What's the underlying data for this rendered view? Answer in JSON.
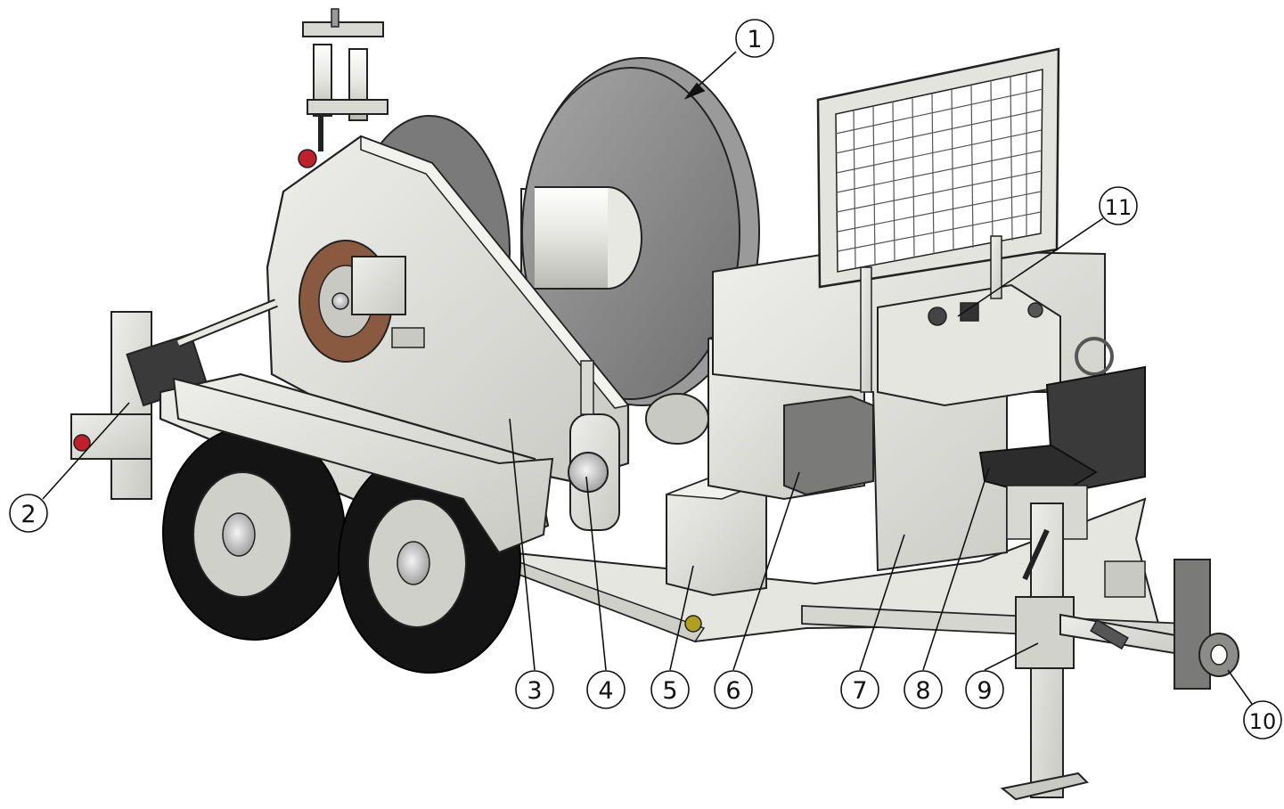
{
  "colors": {
    "metal": "#dcdcd7",
    "metal_dark": "#b9b9b4",
    "drum": "#8c8c8c",
    "drum_dark": "#6e6e6e",
    "tire": "#141414",
    "brake_disc": "#8a5a40",
    "line": "#222222",
    "screen": "#cfcfcf",
    "seat": "#3a3a3a",
    "accent_red": "#c0202a"
  },
  "callouts": [
    {
      "id": "1",
      "label": "1"
    },
    {
      "id": "2",
      "label": "2"
    },
    {
      "id": "3",
      "label": "3"
    },
    {
      "id": "4",
      "label": "4"
    },
    {
      "id": "5",
      "label": "5"
    },
    {
      "id": "6",
      "label": "6"
    },
    {
      "id": "7",
      "label": "7"
    },
    {
      "id": "8",
      "label": "8"
    },
    {
      "id": "9",
      "label": "9"
    },
    {
      "id": "10",
      "label": "10"
    },
    {
      "id": "11",
      "label": "11"
    }
  ],
  "icons": {
    "machine": "cable-puller-trailer-illustration"
  }
}
